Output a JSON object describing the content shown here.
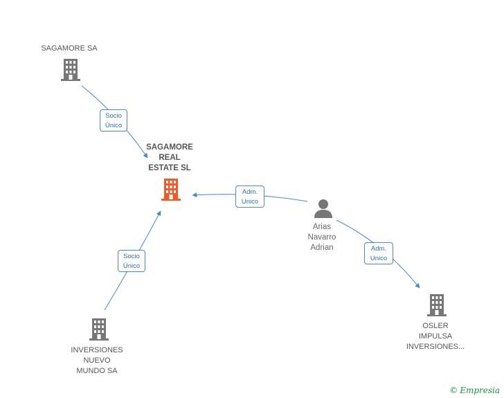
{
  "nodes": {
    "sagamore_sa": {
      "label": "SAGAMORE SA",
      "icon": "building-icon",
      "color": "#777777"
    },
    "sagamore_real_estate": {
      "label_lines": [
        "SAGAMORE",
        "REAL",
        "ESTATE SL"
      ],
      "icon": "building-icon",
      "color": "#f05a28"
    },
    "inversiones_nuevo_mundo": {
      "label_lines": [
        "INVERSIONES",
        "NUEVO",
        "MUNDO SA"
      ],
      "icon": "building-icon",
      "color": "#777777"
    },
    "arias_navarro": {
      "label_lines": [
        "Arias",
        "Navarro",
        "Adrian"
      ],
      "icon": "person-icon",
      "color": "#777777"
    },
    "osler_impulsa": {
      "label_lines": [
        "OSLER",
        "IMPULSA",
        "INVERSIONES..."
      ],
      "icon": "building-icon",
      "color": "#777777"
    }
  },
  "edges": [
    {
      "from": "sagamore_sa",
      "to": "sagamore_real_estate",
      "label_lines": [
        "Socio",
        "Único"
      ]
    },
    {
      "from": "inversiones_nuevo_mundo",
      "to": "sagamore_real_estate",
      "label_lines": [
        "Socio",
        "Único"
      ]
    },
    {
      "from": "arias_navarro",
      "to": "sagamore_real_estate",
      "label_lines": [
        "Adm.",
        "Unico"
      ]
    },
    {
      "from": "arias_navarro",
      "to": "osler_impulsa",
      "label_lines": [
        "Adm.",
        "Unico"
      ]
    }
  ],
  "edge_color": "#4a86d4",
  "brand": {
    "copyright": "©",
    "name": "Empresia"
  }
}
